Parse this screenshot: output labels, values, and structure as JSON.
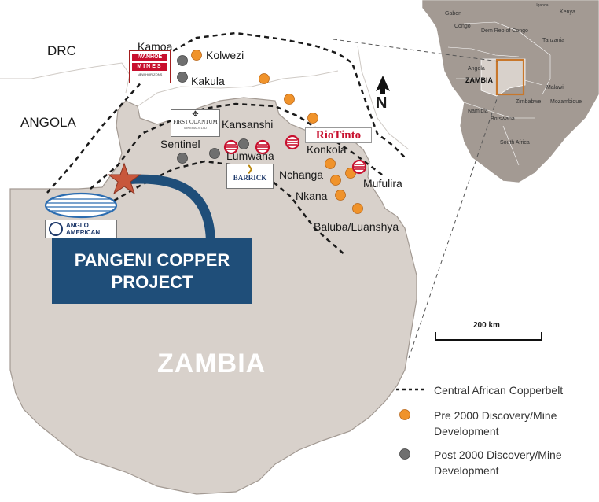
{
  "map": {
    "countries": {
      "drc": "DRC",
      "angola": "ANGOLA",
      "zambia": "ZAMBIA"
    },
    "north_arrow": "N",
    "scale_bar": "200 km",
    "project_label_line1": "PANGENI COPPER",
    "project_label_line2": "PROJECT",
    "deposits": [
      {
        "id": "kamoa",
        "name": "Kamoa",
        "type": "label"
      },
      {
        "id": "kolwezi",
        "name": "Kolwezi",
        "type": "pre2000"
      },
      {
        "id": "kakula",
        "name": "Kakula",
        "type": "post2000"
      },
      {
        "id": "kansanshi",
        "name": "Kansanshi",
        "type": "post2000"
      },
      {
        "id": "sentinel",
        "name": "Sentinel",
        "type": "post2000"
      },
      {
        "id": "lumwana",
        "name": "Lumwana",
        "type": "post2000"
      },
      {
        "id": "konkola",
        "name": "Konkola",
        "type": "pre2000"
      },
      {
        "id": "nchanga",
        "name": "Nchanga",
        "type": "pre2000"
      },
      {
        "id": "nkana",
        "name": "Nkana",
        "type": "pre2000"
      },
      {
        "id": "mufulira",
        "name": "Mufulira",
        "type": "pre2000"
      },
      {
        "id": "baluba",
        "name": "Baluba/Luanshya",
        "type": "pre2000"
      }
    ],
    "logos": {
      "ivanhoe_line1": "IVANHOE",
      "ivanhoe_line2": "MINES",
      "ivanhoe_line3": "NEW HORIZONS",
      "first_quantum": "FIRST QUANTUM",
      "first_quantum_sub": "MINERALS LTD",
      "rio_tinto": "RioTinto",
      "barrick": "BARRICK",
      "anglo_line1": "ANGLO",
      "anglo_line2": "AMERICAN"
    },
    "colors": {
      "land_main": "#d8d1cb",
      "land_border": "#a39a93",
      "pre2000": "#f0932b",
      "post2000": "#6f6f6f",
      "project_box": "#1f4e79",
      "star": "#c8573c",
      "rio_red": "#c8102e",
      "inset_highlight": "#c8772b"
    }
  },
  "inset": {
    "countries": [
      "Gabon",
      "Congo",
      "Dem Rep of Congo",
      "Uganda",
      "Kenya",
      "Tanzania",
      "Angola",
      "ZAMBIA",
      "Malawi",
      "Zimbabwe",
      "Mozambique",
      "Namibia",
      "Botswana",
      "South Africa"
    ]
  },
  "legend": {
    "items": [
      {
        "key": "copperbelt",
        "label": "Central African Copperbelt",
        "symbol": "dashed-line"
      },
      {
        "key": "pre2000",
        "label_line1": "Pre 2000 Discovery/Mine",
        "label_line2": "Development",
        "symbol": "orange-dot"
      },
      {
        "key": "post2000",
        "label_line1": "Post 2000 Discovery/Mine",
        "label_line2": "Development",
        "symbol": "grey-dot"
      }
    ]
  }
}
